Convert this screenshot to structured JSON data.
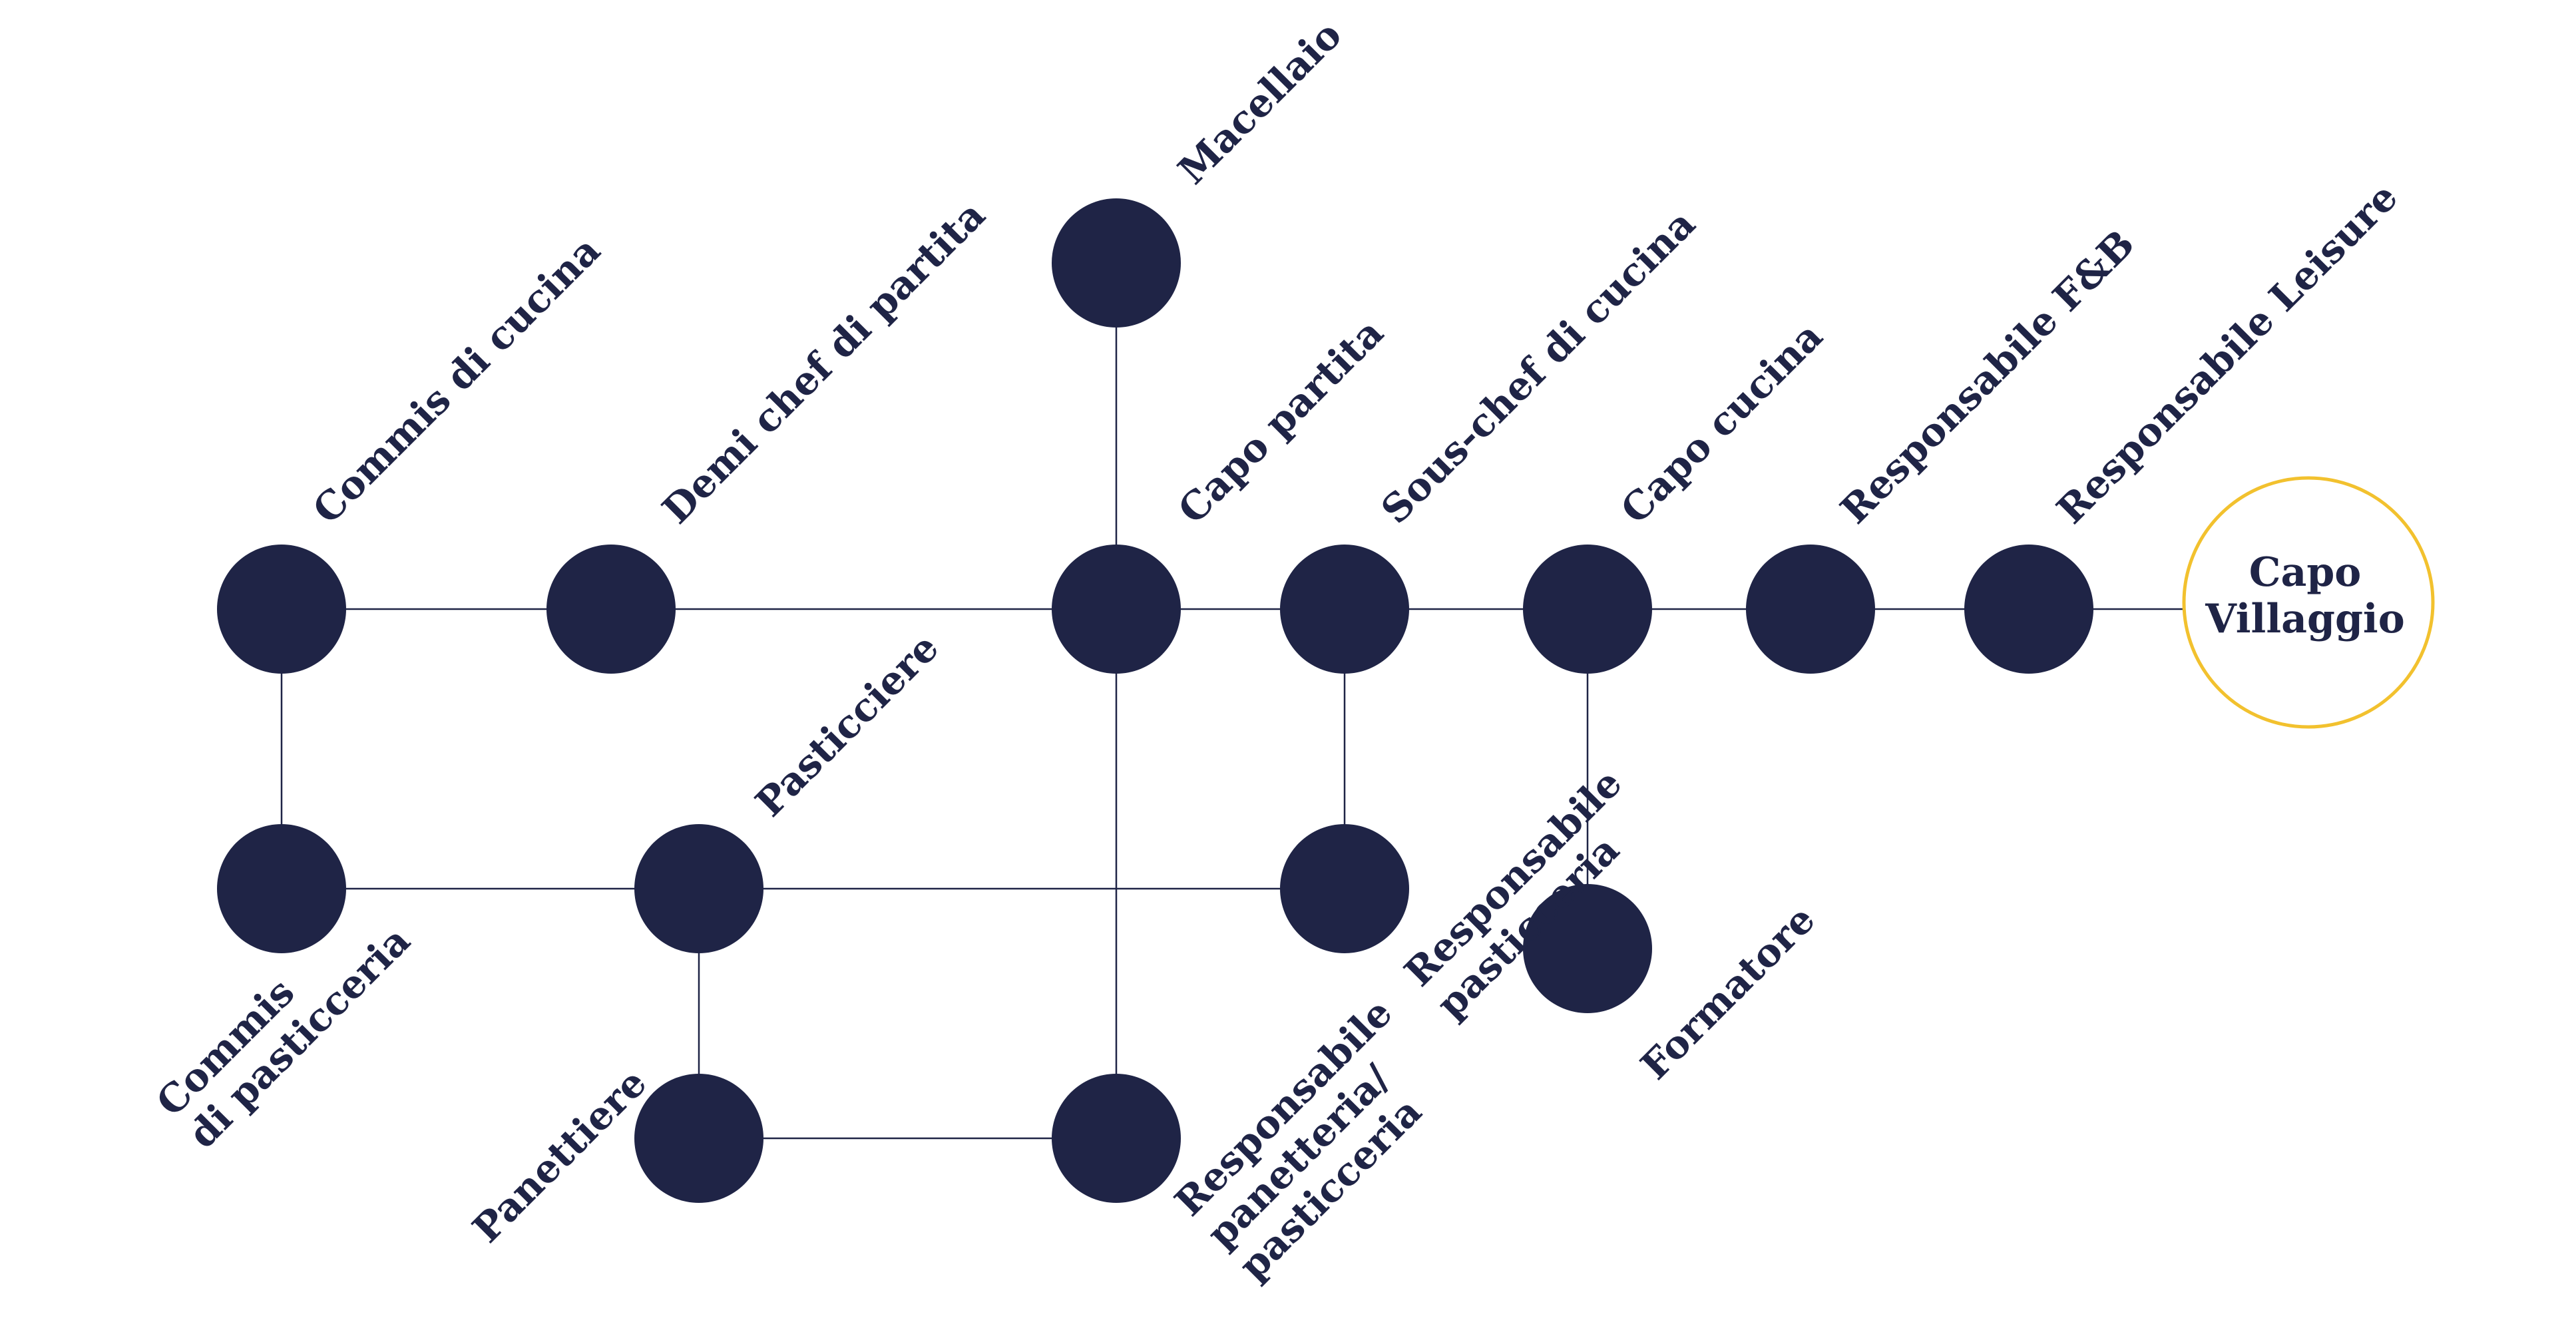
{
  "diagram": {
    "target": {
      "line1": "Capo",
      "line2": "Villaggio",
      "color": "#f2c12e"
    },
    "node_color": "#1f2446",
    "labels": {
      "commis_cucina": "Commis di cucina",
      "demi_chef": "Demi chef di partita",
      "macellaio": "Macellaio",
      "capo_partita": "Capo partita",
      "sous_chef": "Sous-chef di cucina",
      "capo_cucina": "Capo cucina",
      "resp_fb": "Responsabile F&B",
      "resp_leisure": "Responsabile Leisure",
      "pasticciere": "Pasticciere",
      "commis_pasticceria_1": "Commis",
      "commis_pasticceria_2": "di pasticceria",
      "resp_pasticceria_1": "Responsabile",
      "resp_pasticceria_2": "pasticceria",
      "formatore": "Formatore",
      "panettiere": "Panettiere",
      "resp_panetteria_1": "Responsabile",
      "resp_panetteria_2": "panetteria/",
      "resp_panetteria_3": "pasticceria"
    }
  }
}
